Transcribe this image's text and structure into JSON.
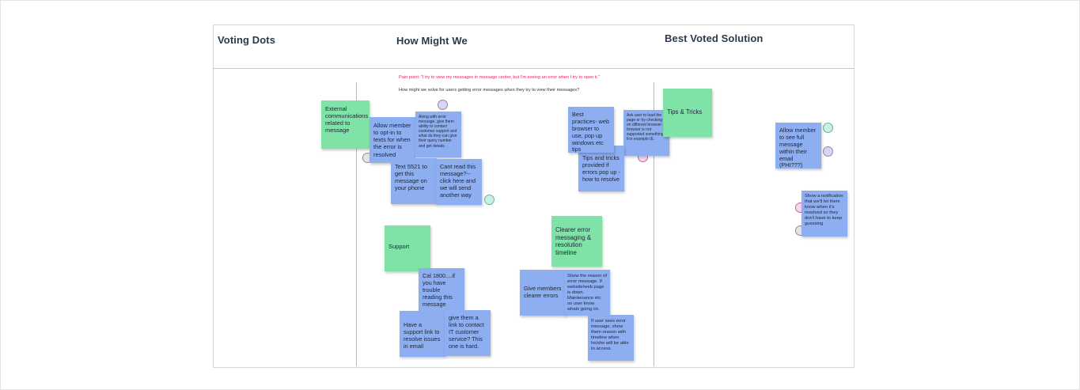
{
  "board": {
    "columns": [
      {
        "title": "Voting Dots"
      },
      {
        "title": "How Might We"
      },
      {
        "title": "Best Voted Solution"
      }
    ],
    "pain_point": "Pain point: \"I try to view my messages in message center, but I'm seeing an error when I try to open it.\"",
    "hmw_question": "How might we solve for users getting error messages when they try to view their messages?"
  },
  "notes": {
    "external_comm": "External communications related to message",
    "allow_optin": "Allow member to opt-in to texts for when the error is resolved",
    "along_with_error": "Along with error message, give them ability to contact customer support and what do they can give their query number and get details.",
    "text_5521": "Text 5521 to get this message on your phone",
    "cant_read": "Cant read this message?-- click here and we will send another way",
    "support": "Support",
    "call_1800": "Cal 1800....if you have trouble reading this message",
    "support_link": "Have a support link to resolve issues in email",
    "give_link": "give them a link to contact IT customer service? This one is hard.",
    "best_practices": "Best practices- web browser to use, pop up windows etc tips",
    "ask_user_load": "Ask user to load the page or try checking on different browser if browser is not supported something. For example IE.",
    "tips_provided": "Tips and tricks provided if errors pop up - how to resolve",
    "clearer_error": "Clearer error messaging & resolution timeline",
    "give_members": "Give members clearer errors",
    "show_reason": "Show the reason of error message. If website/web page is down. Maintenance etc so user know whats going on.",
    "if_user_sees": "If user sees error message, show them reason with timeline when he/she will be able to access.",
    "tips_tricks": "Tips & Tricks",
    "allow_full": "Allow member to see full message within their email (PHI???)",
    "show_notification": "Show a notification that we'll let them know when it's resolved so they don't have to keep guessing"
  },
  "colors": {
    "note_blue": "#8eaef2",
    "note_green": "#7fe3a7",
    "pain_point": "#e0245e",
    "title": "#2b3a4a"
  }
}
